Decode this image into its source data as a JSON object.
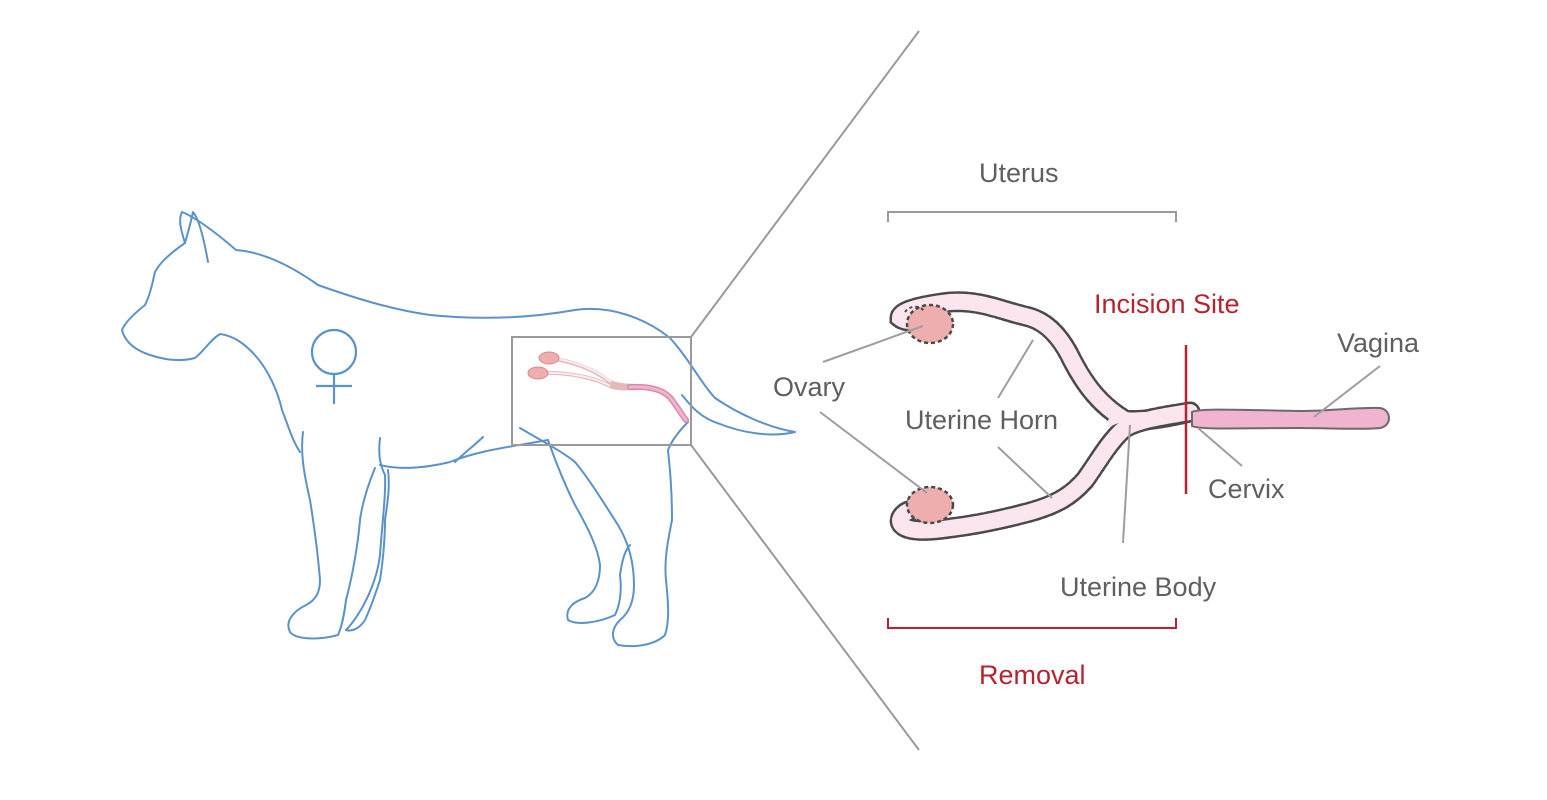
{
  "labels": {
    "uterus": "Uterus",
    "incision_site": "Incision Site",
    "vagina": "Vagina",
    "ovary": "Ovary",
    "uterine_horn": "Uterine Horn",
    "cervix": "Cervix",
    "uterine_body": "Uterine Body",
    "removal": "Removal"
  },
  "icons": {
    "female_symbol": "female-symbol-icon"
  },
  "colors": {
    "dog_outline": "#5b93c8",
    "zoom_lines": "#9a9a9a",
    "label_gray": "#5f5f5f",
    "label_red": "#b3242f",
    "ovary_fill": "#eeaeae",
    "uterus_fill": "#fbe5ee",
    "uterus_outline": "#4a4a4a",
    "vagina_fill": "#f0b4d0",
    "pointer_lines": "#9e9e9e"
  }
}
